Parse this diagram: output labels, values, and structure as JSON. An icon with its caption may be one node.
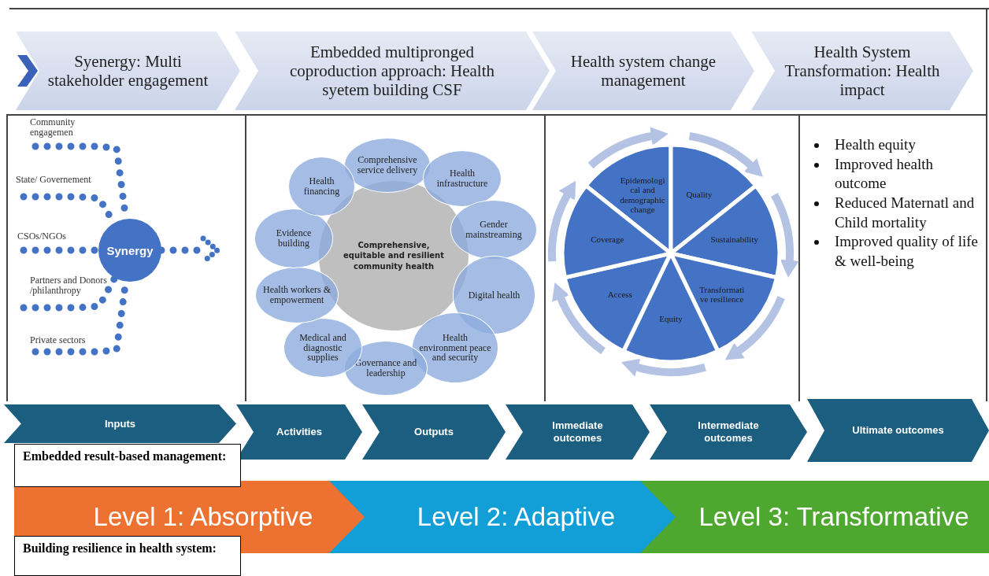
{
  "diagram": {
    "nodes": [
      {
        "text": [
          "Syenergy: Multi stakeholder engagement"
        ]
      },
      {
        "text": [
          "Embedded multipronged coproduction approach: Health syetem building CSF"
        ]
      },
      {
        "text": [
          "Health system change management"
        ]
      },
      {
        "text": [
          "Health System Transformation: Health impact"
        ]
      },
      {
        "text": [
          "Community engagemen"
        ]
      },
      {
        "text": [
          "State/ Governement"
        ]
      },
      {
        "text": [
          "CSOs/NGOs"
        ]
      },
      {
        "text": [
          "Partners and Donors /philanthropy"
        ]
      },
      {
        "text": [
          "Private sectors"
        ]
      },
      {
        "text": [
          "Synergy"
        ]
      },
      {
        "text": [
          "Comprehensive, equitable and resilient community health"
        ]
      },
      {
        "text": [
          "Comprehensive service delivery"
        ]
      },
      {
        "text": [
          "Health infrastructure"
        ]
      },
      {
        "text": [
          "Gender mainstreaming"
        ]
      },
      {
        "text": [
          "Digital health"
        ]
      },
      {
        "text": [
          "Health environment peace and security"
        ]
      },
      {
        "text": [
          "Governance and leadership"
        ]
      },
      {
        "text": [
          "Medical and diagnostic supplies"
        ]
      },
      {
        "text": [
          "Health workers & empowerment"
        ]
      },
      {
        "text": [
          "Evidence building"
        ]
      },
      {
        "text": [
          "Health financing"
        ]
      },
      {
        "text": [
          "Epidemologi cal and demographic change"
        ]
      },
      {
        "text": [
          "Quality"
        ]
      },
      {
        "text": [
          "Sustainability"
        ]
      },
      {
        "text": [
          "Transformati ve resilience"
        ]
      },
      {
        "text": [
          "Equity"
        ]
      },
      {
        "text": [
          "Access"
        ]
      },
      {
        "text": [
          "Coverage"
        ]
      },
      {
        "text": [
          "Inputs"
        ]
      },
      {
        "text": [
          "Activities"
        ]
      },
      {
        "text": [
          "Outputs"
        ]
      },
      {
        "text": [
          "Immediate outcomes"
        ]
      },
      {
        "text": [
          "Intermediate outcomes"
        ]
      },
      {
        "text": [
          "Ultimate outcomes"
        ]
      },
      {
        "text": [
          "Embedded result-based management:"
        ]
      },
      {
        "text": [
          "Level 1: Absorptive"
        ]
      },
      {
        "text": [
          "Level 2: Adaptive"
        ]
      },
      {
        "text": [
          "Level 3: Transformative"
        ]
      },
      {
        "text": [
          "Building resilience in health system:"
        ]
      }
    ],
    "edges": [
      {
        "from": 4,
        "to": 9,
        "arrow": "none",
        "style": "dashed",
        "color": "#4472c4"
      },
      {
        "from": 5,
        "to": 9,
        "arrow": "none",
        "style": "dashed",
        "color": "#4472c4"
      },
      {
        "from": 6,
        "to": 9,
        "arrow": "none",
        "style": "dashed",
        "color": "#4472c4"
      },
      {
        "from": 7,
        "to": 9,
        "arrow": "none",
        "style": "dashed",
        "color": "#4472c4"
      },
      {
        "from": 8,
        "to": 9,
        "arrow": "none",
        "style": "dashed",
        "color": "#4472c4"
      },
      {
        "from": 9,
        "to": null,
        "arrow": "to",
        "style": "dashed",
        "color": "#4472c4"
      },
      {
        "from": 21,
        "to": 22,
        "arrow": "to"
      },
      {
        "from": 22,
        "to": 23,
        "arrow": "to"
      },
      {
        "from": 23,
        "to": 24,
        "arrow": "to"
      },
      {
        "from": 24,
        "to": 25,
        "arrow": "to"
      },
      {
        "from": 25,
        "to": 26,
        "arrow": "to"
      },
      {
        "from": 26,
        "to": 27,
        "arrow": "to"
      },
      {
        "from": 27,
        "to": 21,
        "arrow": "to"
      }
    ],
    "labels": [
      "Health equity",
      "Improved health outcome",
      "Reduced Maternatl and Child  mortality",
      "Improved quality of life & well-being"
    ]
  }
}
